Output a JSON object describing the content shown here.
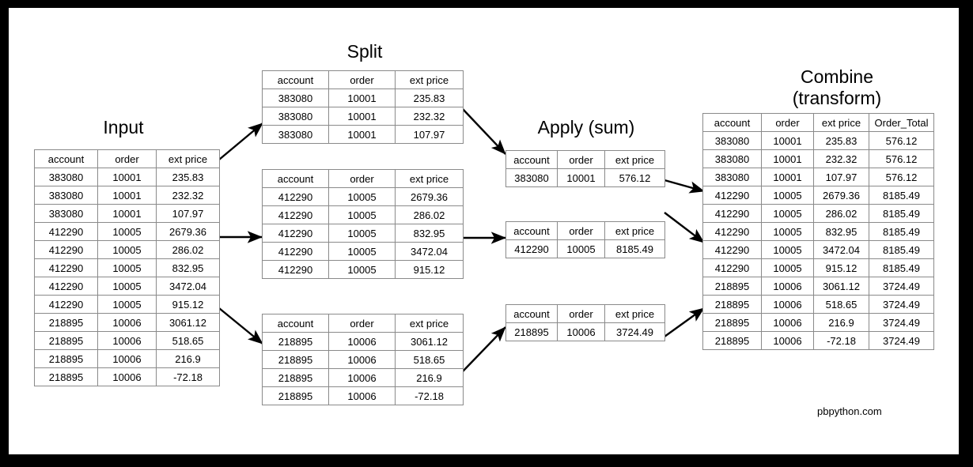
{
  "credit": "pbpython.com",
  "sections": {
    "input": {
      "title": "Input"
    },
    "split": {
      "title": "Split"
    },
    "apply": {
      "title": "Apply (sum)"
    },
    "combine": {
      "title": "Combine\n(transform)"
    }
  },
  "headers": {
    "standard": [
      "account",
      "order",
      "ext price"
    ],
    "combine": [
      "account",
      "order",
      "ext price",
      "Order_Total"
    ]
  },
  "input_table": {
    "rows": [
      [
        "383080",
        "10001",
        "235.83"
      ],
      [
        "383080",
        "10001",
        "232.32"
      ],
      [
        "383080",
        "10001",
        "107.97"
      ],
      [
        "412290",
        "10005",
        "2679.36"
      ],
      [
        "412290",
        "10005",
        "286.02"
      ],
      [
        "412290",
        "10005",
        "832.95"
      ],
      [
        "412290",
        "10005",
        "3472.04"
      ],
      [
        "412290",
        "10005",
        "915.12"
      ],
      [
        "218895",
        "10006",
        "3061.12"
      ],
      [
        "218895",
        "10006",
        "518.65"
      ],
      [
        "218895",
        "10006",
        "216.9"
      ],
      [
        "218895",
        "10006",
        "-72.18"
      ]
    ]
  },
  "split_tables": [
    {
      "rows": [
        [
          "383080",
          "10001",
          "235.83"
        ],
        [
          "383080",
          "10001",
          "232.32"
        ],
        [
          "383080",
          "10001",
          "107.97"
        ]
      ]
    },
    {
      "rows": [
        [
          "412290",
          "10005",
          "2679.36"
        ],
        [
          "412290",
          "10005",
          "286.02"
        ],
        [
          "412290",
          "10005",
          "832.95"
        ],
        [
          "412290",
          "10005",
          "3472.04"
        ],
        [
          "412290",
          "10005",
          "915.12"
        ]
      ]
    },
    {
      "rows": [
        [
          "218895",
          "10006",
          "3061.12"
        ],
        [
          "218895",
          "10006",
          "518.65"
        ],
        [
          "218895",
          "10006",
          "216.9"
        ],
        [
          "218895",
          "10006",
          "-72.18"
        ]
      ]
    }
  ],
  "apply_tables": [
    {
      "rows": [
        [
          "383080",
          "10001",
          "576.12"
        ]
      ]
    },
    {
      "rows": [
        [
          "412290",
          "10005",
          "8185.49"
        ]
      ]
    },
    {
      "rows": [
        [
          "218895",
          "10006",
          "3724.49"
        ]
      ]
    }
  ],
  "combine_table": {
    "rows": [
      [
        "383080",
        "10001",
        "235.83",
        "576.12"
      ],
      [
        "383080",
        "10001",
        "232.32",
        "576.12"
      ],
      [
        "383080",
        "10001",
        "107.97",
        "576.12"
      ],
      [
        "412290",
        "10005",
        "2679.36",
        "8185.49"
      ],
      [
        "412290",
        "10005",
        "286.02",
        "8185.49"
      ],
      [
        "412290",
        "10005",
        "832.95",
        "8185.49"
      ],
      [
        "412290",
        "10005",
        "3472.04",
        "8185.49"
      ],
      [
        "412290",
        "10005",
        "915.12",
        "8185.49"
      ],
      [
        "218895",
        "10006",
        "3061.12",
        "3724.49"
      ],
      [
        "218895",
        "10006",
        "518.65",
        "3724.49"
      ],
      [
        "218895",
        "10006",
        "216.9",
        "3724.49"
      ],
      [
        "218895",
        "10006",
        "-72.18",
        "3724.49"
      ]
    ]
  },
  "colors": {
    "frame": "#000000",
    "page": "#ffffff",
    "grid": "#8a8a8a",
    "text": "#000000",
    "arrow": "#000000"
  }
}
